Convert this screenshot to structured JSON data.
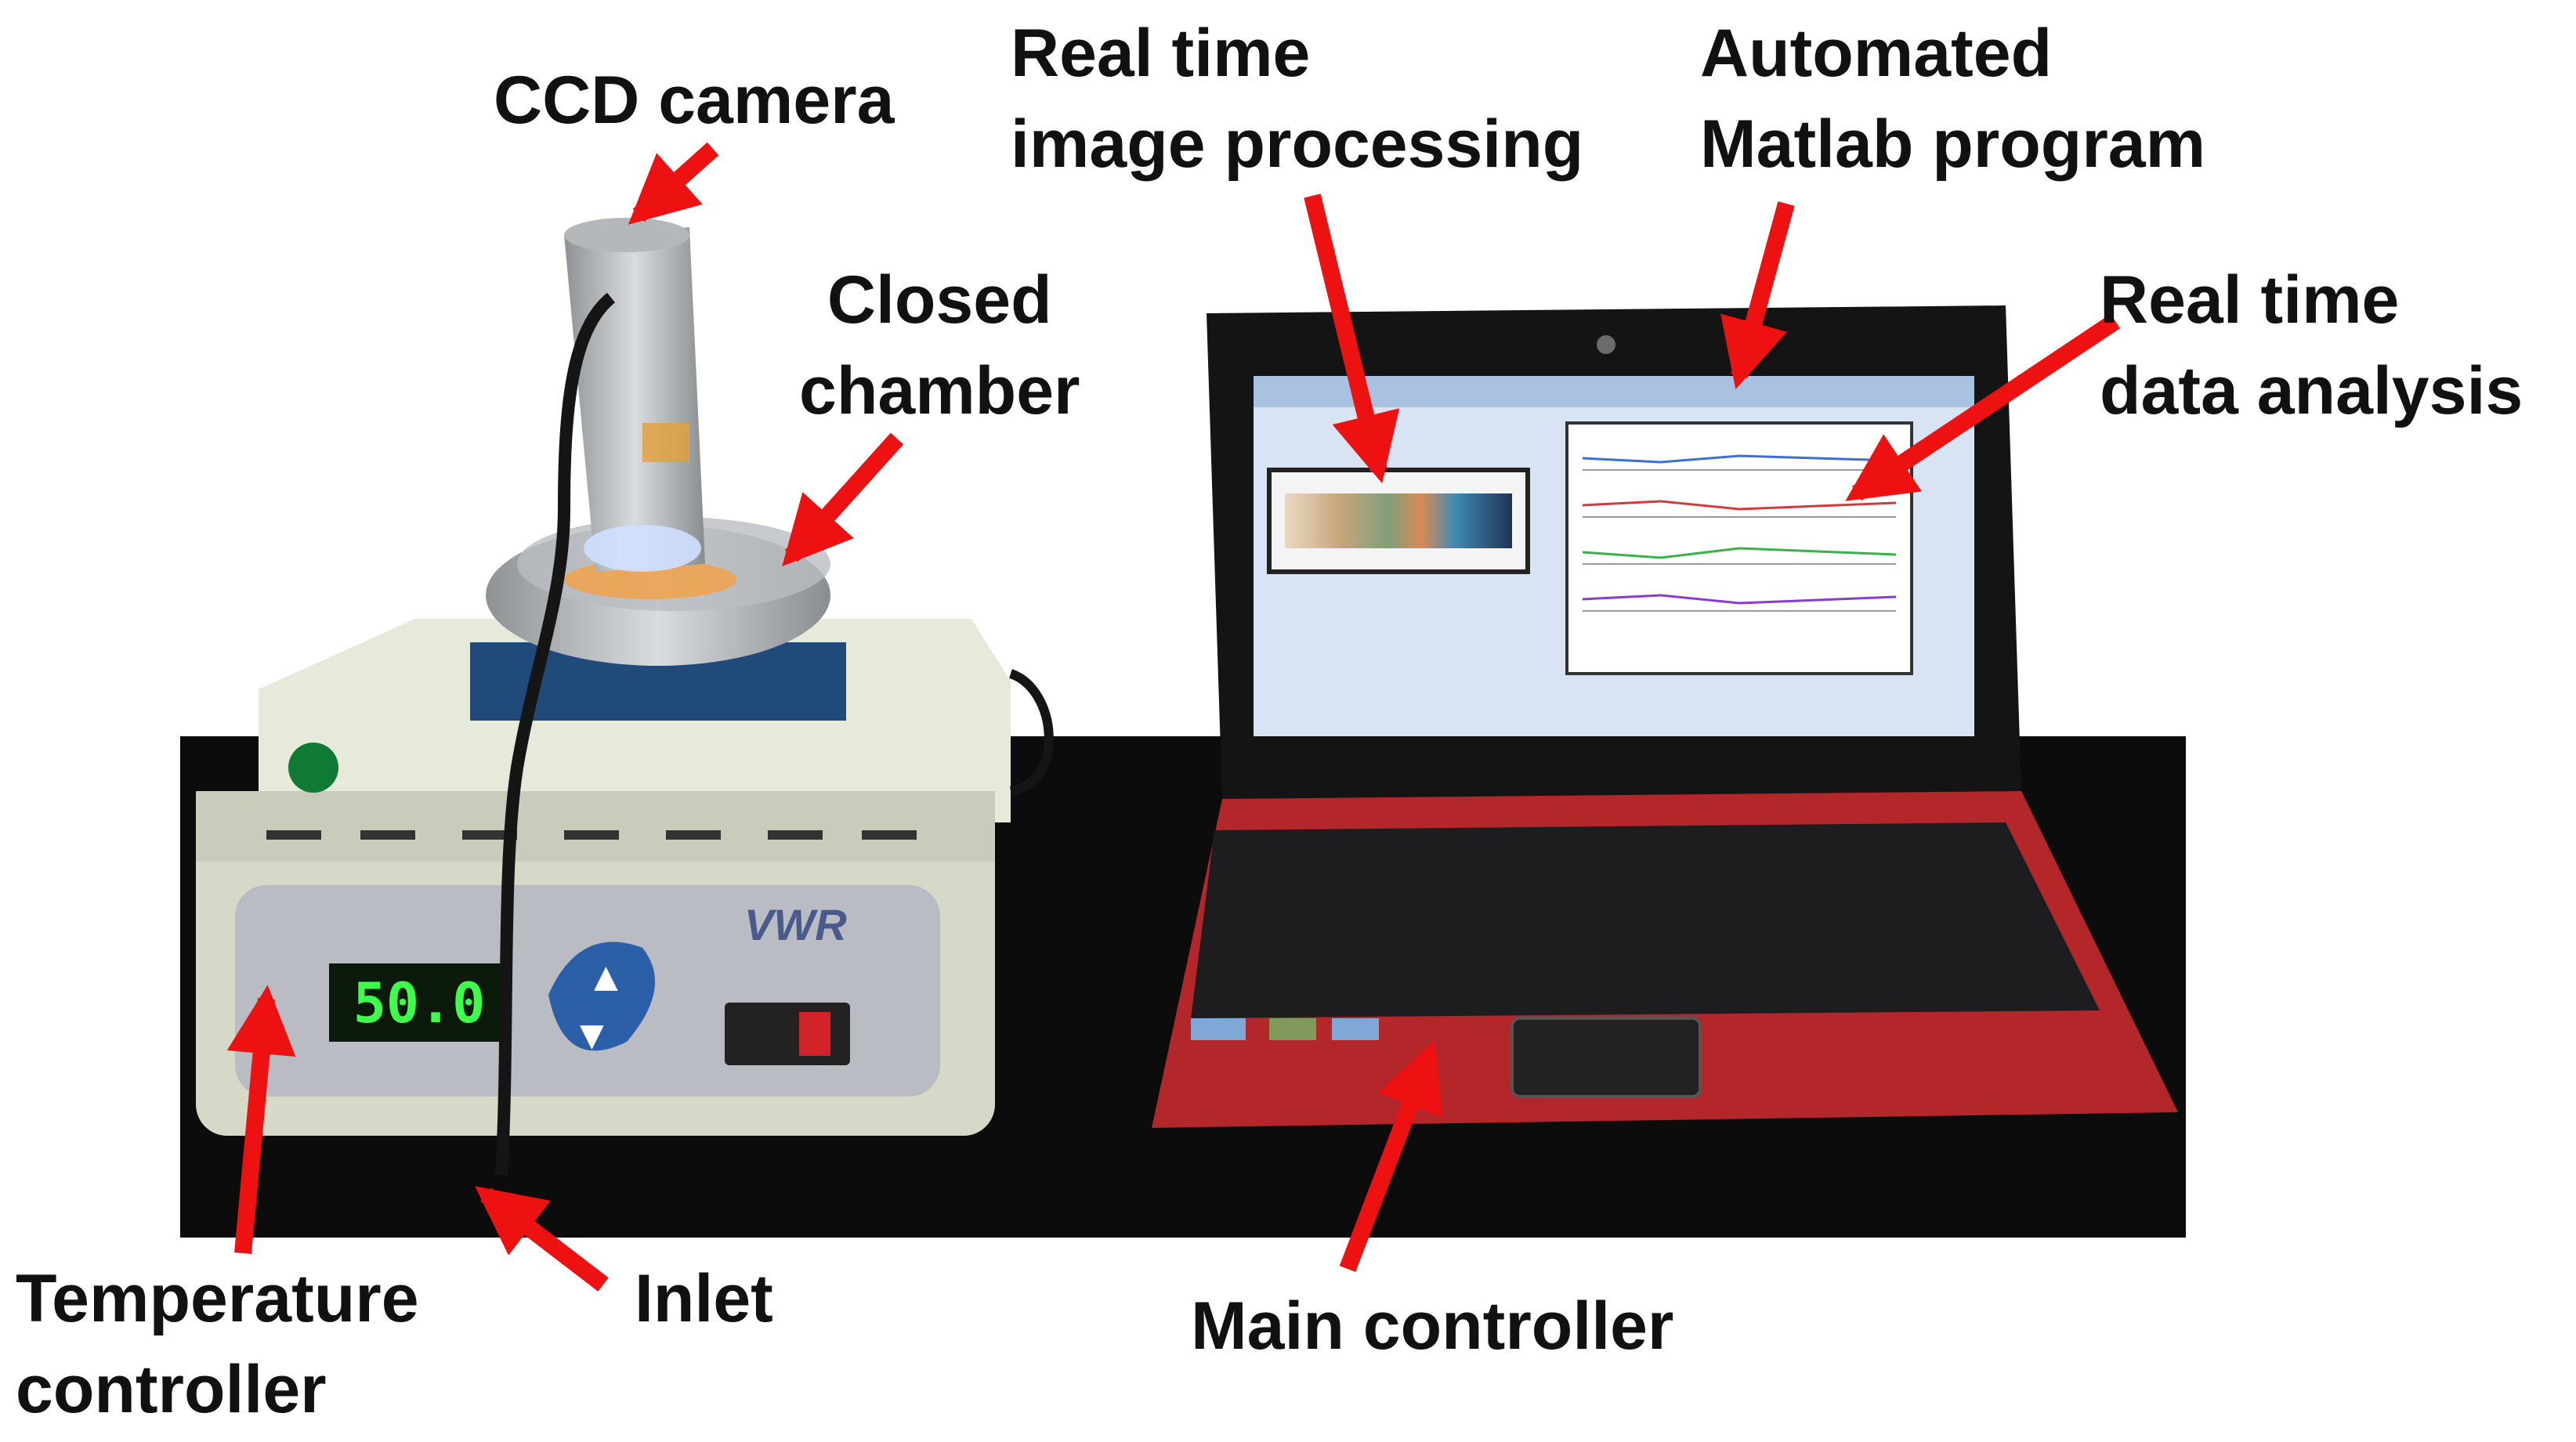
{
  "labels": {
    "ccd_camera": "CCD camera",
    "real_time_image_processing": [
      "Real time",
      "image processing"
    ],
    "automated_matlab_program": [
      "Automated",
      "Matlab program"
    ],
    "closed_chamber": [
      "Closed",
      "chamber"
    ],
    "real_time_data_analysis": [
      "Real time",
      "data analysis"
    ],
    "temperature_controller": [
      "Temperature",
      "controller"
    ],
    "inlet": "Inlet",
    "main_controller": "Main controller"
  },
  "device": {
    "brand": "VWR",
    "display_reading": "50.0"
  },
  "colors": {
    "arrow": "#ee1111",
    "laptop_body": "#b3262a",
    "heater_body": "#d9dccb",
    "display_digits": "#3dff4a"
  }
}
